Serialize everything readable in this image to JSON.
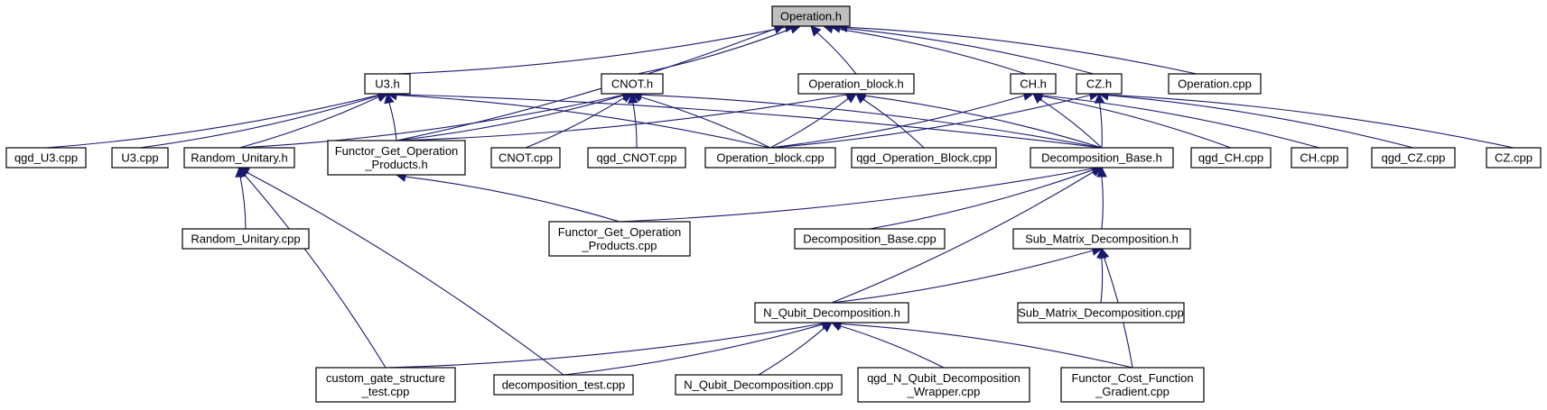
{
  "diagram": {
    "type": "include-dependency-graph",
    "colors": {
      "edge": "#191970",
      "root_fill": "#bfbfbf",
      "node_fill": "#ffffff",
      "node_border": "#000000"
    },
    "nodes": [
      {
        "id": "operation_h",
        "lines": [
          "Operation.h"
        ],
        "root": true
      },
      {
        "id": "u3_h",
        "lines": [
          "U3.h"
        ]
      },
      {
        "id": "cnot_h",
        "lines": [
          "CNOT.h"
        ]
      },
      {
        "id": "operation_block_h",
        "lines": [
          "Operation_block.h"
        ]
      },
      {
        "id": "ch_h",
        "lines": [
          "CH.h"
        ]
      },
      {
        "id": "cz_h",
        "lines": [
          "CZ.h"
        ]
      },
      {
        "id": "operation_cpp",
        "lines": [
          "Operation.cpp"
        ]
      },
      {
        "id": "qgd_u3_cpp",
        "lines": [
          "qgd_U3.cpp"
        ]
      },
      {
        "id": "u3_cpp",
        "lines": [
          "U3.cpp"
        ]
      },
      {
        "id": "random_unitary_h",
        "lines": [
          "Random_Unitary.h"
        ]
      },
      {
        "id": "functor_get_operation_products_h",
        "lines": [
          "Functor_Get_Operation",
          "_Products.h"
        ]
      },
      {
        "id": "cnot_cpp",
        "lines": [
          "CNOT.cpp"
        ]
      },
      {
        "id": "qgd_cnot_cpp",
        "lines": [
          "qgd_CNOT.cpp"
        ]
      },
      {
        "id": "operation_block_cpp",
        "lines": [
          "Operation_block.cpp"
        ]
      },
      {
        "id": "qgd_operation_block_cpp",
        "lines": [
          "qgd_Operation_Block.cpp"
        ]
      },
      {
        "id": "decomposition_base_h",
        "lines": [
          "Decomposition_Base.h"
        ]
      },
      {
        "id": "qgd_ch_cpp",
        "lines": [
          "qgd_CH.cpp"
        ]
      },
      {
        "id": "ch_cpp",
        "lines": [
          "CH.cpp"
        ]
      },
      {
        "id": "qgd_cz_cpp",
        "lines": [
          "qgd_CZ.cpp"
        ]
      },
      {
        "id": "cz_cpp",
        "lines": [
          "CZ.cpp"
        ]
      },
      {
        "id": "random_unitary_cpp",
        "lines": [
          "Random_Unitary.cpp"
        ]
      },
      {
        "id": "functor_get_operation_products_cpp",
        "lines": [
          "Functor_Get_Operation",
          "_Products.cpp"
        ]
      },
      {
        "id": "decomposition_base_cpp",
        "lines": [
          "Decomposition_Base.cpp"
        ]
      },
      {
        "id": "sub_matrix_decomposition_h",
        "lines": [
          "Sub_Matrix_Decomposition.h"
        ]
      },
      {
        "id": "n_qubit_decomposition_h",
        "lines": [
          "N_Qubit_Decomposition.h"
        ]
      },
      {
        "id": "sub_matrix_decomposition_cpp",
        "lines": [
          "Sub_Matrix_Decomposition.cpp"
        ]
      },
      {
        "id": "custom_gate_structure_test_cpp",
        "lines": [
          "custom_gate_structure",
          "_test.cpp"
        ]
      },
      {
        "id": "decomposition_test_cpp",
        "lines": [
          "decomposition_test.cpp"
        ]
      },
      {
        "id": "n_qubit_decomposition_cpp",
        "lines": [
          "N_Qubit_Decomposition.cpp"
        ]
      },
      {
        "id": "qgd_n_qubit_decomposition_wrapper_cpp",
        "lines": [
          "qgd_N_Qubit_Decomposition",
          "_Wrapper.cpp"
        ]
      },
      {
        "id": "functor_cost_function_gradient_cpp",
        "lines": [
          "Functor_Cost_Function",
          "_Gradient.cpp"
        ]
      }
    ],
    "edges": [
      {
        "from": "u3_h",
        "to": "operation_h"
      },
      {
        "from": "cnot_h",
        "to": "operation_h"
      },
      {
        "from": "operation_block_h",
        "to": "operation_h"
      },
      {
        "from": "ch_h",
        "to": "operation_h"
      },
      {
        "from": "cz_h",
        "to": "operation_h"
      },
      {
        "from": "operation_cpp",
        "to": "operation_h"
      },
      {
        "from": "functor_get_operation_products_h",
        "to": "operation_h"
      },
      {
        "from": "qgd_u3_cpp",
        "to": "u3_h"
      },
      {
        "from": "u3_cpp",
        "to": "u3_h"
      },
      {
        "from": "random_unitary_h",
        "to": "u3_h"
      },
      {
        "from": "functor_get_operation_products_h",
        "to": "u3_h"
      },
      {
        "from": "operation_block_cpp",
        "to": "u3_h"
      },
      {
        "from": "decomposition_base_h",
        "to": "u3_h"
      },
      {
        "from": "random_unitary_h",
        "to": "cnot_h"
      },
      {
        "from": "functor_get_operation_products_h",
        "to": "cnot_h"
      },
      {
        "from": "cnot_cpp",
        "to": "cnot_h"
      },
      {
        "from": "qgd_cnot_cpp",
        "to": "cnot_h"
      },
      {
        "from": "operation_block_cpp",
        "to": "cnot_h"
      },
      {
        "from": "decomposition_base_h",
        "to": "cnot_h"
      },
      {
        "from": "functor_get_operation_products_h",
        "to": "operation_block_h"
      },
      {
        "from": "operation_block_cpp",
        "to": "operation_block_h"
      },
      {
        "from": "qgd_operation_block_cpp",
        "to": "operation_block_h"
      },
      {
        "from": "decomposition_base_h",
        "to": "operation_block_h"
      },
      {
        "from": "operation_block_cpp",
        "to": "ch_h"
      },
      {
        "from": "decomposition_base_h",
        "to": "ch_h"
      },
      {
        "from": "qgd_ch_cpp",
        "to": "ch_h"
      },
      {
        "from": "ch_cpp",
        "to": "ch_h"
      },
      {
        "from": "operation_block_cpp",
        "to": "cz_h"
      },
      {
        "from": "decomposition_base_h",
        "to": "cz_h"
      },
      {
        "from": "qgd_cz_cpp",
        "to": "cz_h"
      },
      {
        "from": "cz_cpp",
        "to": "cz_h"
      },
      {
        "from": "random_unitary_cpp",
        "to": "random_unitary_h"
      },
      {
        "from": "custom_gate_structure_test_cpp",
        "to": "random_unitary_h"
      },
      {
        "from": "decomposition_test_cpp",
        "to": "random_unitary_h"
      },
      {
        "from": "functor_get_operation_products_cpp",
        "to": "functor_get_operation_products_h"
      },
      {
        "from": "functor_get_operation_products_cpp",
        "to": "decomposition_base_h"
      },
      {
        "from": "decomposition_base_cpp",
        "to": "decomposition_base_h"
      },
      {
        "from": "sub_matrix_decomposition_h",
        "to": "decomposition_base_h"
      },
      {
        "from": "n_qubit_decomposition_h",
        "to": "decomposition_base_h"
      },
      {
        "from": "n_qubit_decomposition_h",
        "to": "sub_matrix_decomposition_h"
      },
      {
        "from": "sub_matrix_decomposition_cpp",
        "to": "sub_matrix_decomposition_h"
      },
      {
        "from": "functor_cost_function_gradient_cpp",
        "to": "sub_matrix_decomposition_h"
      },
      {
        "from": "custom_gate_structure_test_cpp",
        "to": "n_qubit_decomposition_h"
      },
      {
        "from": "decomposition_test_cpp",
        "to": "n_qubit_decomposition_h"
      },
      {
        "from": "n_qubit_decomposition_cpp",
        "to": "n_qubit_decomposition_h"
      },
      {
        "from": "qgd_n_qubit_decomposition_wrapper_cpp",
        "to": "n_qubit_decomposition_h"
      },
      {
        "from": "functor_cost_function_gradient_cpp",
        "to": "n_qubit_decomposition_h"
      }
    ]
  }
}
